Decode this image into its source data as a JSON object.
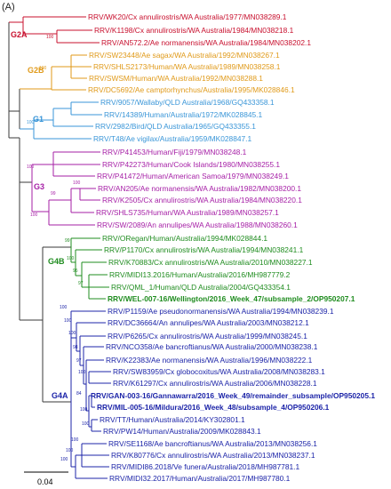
{
  "panel_label": "(A)",
  "scale_label": "0.04",
  "groups": [
    {
      "id": "G2A",
      "label": "G2A",
      "color": "#c8102e"
    },
    {
      "id": "G2B",
      "label": "G2B",
      "color": "#e09a1a"
    },
    {
      "id": "G1",
      "label": "G1",
      "color": "#3a96d8"
    },
    {
      "id": "G3",
      "label": "G3",
      "color": "#a61fa6"
    },
    {
      "id": "G4B",
      "label": "G4B",
      "color": "#1f8c1f"
    },
    {
      "id": "G4A",
      "label": "G4A",
      "color": "#1c24a8"
    }
  ],
  "leaves": [
    {
      "text": "RRV/WK20/Cx annulirostris/WA Australia/1977/MN038289.1",
      "group": "G2A",
      "bold": false
    },
    {
      "text": "RRV/K1198/Cx annulirostris/WA Australia/1984/MN038218.1",
      "group": "G2A",
      "bold": false
    },
    {
      "text": "RRV/AN572.2/Ae normanensis/WA Australia/1984/MN038202.1",
      "group": "G2A",
      "bold": false
    },
    {
      "text": "RRV/SW23448/Ae sagax/WA Australia/1992/MN038267.1",
      "group": "G2B",
      "bold": false
    },
    {
      "text": "RRV/SHLS2173/Human/WA Australia/1989/MN038258.1",
      "group": "G2B",
      "bold": false
    },
    {
      "text": "RRV/SWSM/Human/WA Australia/1992/MN038288.1",
      "group": "G2B",
      "bold": false
    },
    {
      "text": "RRV/DC5692/Ae camptorhynchus/Australia/1995/MK028846.1",
      "group": "G2B",
      "bold": false
    },
    {
      "text": "RRV/9057/Wallaby/QLD Australia/1968/GQ433358.1",
      "group": "G1",
      "bold": false
    },
    {
      "text": "RRV/14389/Human/Australia/1972/MK028845.1",
      "group": "G1",
      "bold": false
    },
    {
      "text": "RRV/2982/Bird/QLD Australia/1965/GQ433355.1",
      "group": "G1",
      "bold": false
    },
    {
      "text": "RRV/T48/Ae vigilax/Australia/1959/MK028847.1",
      "group": "G1",
      "bold": false
    },
    {
      "text": "RRV/P41453/Human/Fiji/1979/MN038248.1",
      "group": "G3",
      "bold": false
    },
    {
      "text": "RRV/P42273/Human/Cook Islands/1980/MN038255.1",
      "group": "G3",
      "bold": false
    },
    {
      "text": "RRV/P41472/Human/American Samoa/1979/MN038249.1",
      "group": "G3",
      "bold": false
    },
    {
      "text": "RRV/AN205/Ae normanensis/WA Australia/1982/MN038200.1",
      "group": "G3",
      "bold": false
    },
    {
      "text": "RRV/K2505/Cx annulirostris/WA Australia/1984/MN038220.1",
      "group": "G3",
      "bold": false
    },
    {
      "text": "RRV/SHLS735/Human/WA Australia/1989/MN038257.1",
      "group": "G3",
      "bold": false
    },
    {
      "text": "RRV/SW/2089/An annulipes/WA Australia/1988/MN038260.1",
      "group": "G3",
      "bold": false
    },
    {
      "text": "RRV/ORegan/Human/Australia/1994/MK028844.1",
      "group": "G4B",
      "bold": false
    },
    {
      "text": "RRV/P1170/Cx annulirostris/WA Australia/1994/MN038241.1",
      "group": "G4B",
      "bold": false
    },
    {
      "text": "RRV/K70883/Cx annulirostris/WA Australia/2010/MN038227.1",
      "group": "G4B",
      "bold": false
    },
    {
      "text": "RRV/MIDI13.2016/Human/Australia/2016/MH987779.2",
      "group": "G4B",
      "bold": false
    },
    {
      "text": "RRV/QML_1/Human/QLD Australia/2004/GQ433354.1",
      "group": "G4B",
      "bold": false
    },
    {
      "text": "RRV/WEL-007-16/Wellington/2016_Week_47/subsample_2/OP950207.1",
      "group": "G4B",
      "bold": true
    },
    {
      "text": "RRV/P1159/Ae pseudonormanensis/WA Australia/1994/MN038239.1",
      "group": "G4A",
      "bold": false
    },
    {
      "text": "RRV/DC36664/An annulipes/WA Australia/2003/MN038212.1",
      "group": "G4A",
      "bold": false
    },
    {
      "text": "RRV/P6265/Cx annulirostris/WA Australia/1999/MN038245.1",
      "group": "G4A",
      "bold": false
    },
    {
      "text": "RRV/NCO358/Ae bancroftianus/WA Australia/2000/MN038238.1",
      "group": "G4A",
      "bold": false
    },
    {
      "text": "RRV/K22383/Ae normanensis/WA Australia/1996/MN038222.1",
      "group": "G4A",
      "bold": false
    },
    {
      "text": "RRV/SW83959/Cx globocoxitus/WA Australia/2008/MN038283.1",
      "group": "G4A",
      "bold": false
    },
    {
      "text": "RRV/K61297/Cx annulirostris/WA Australia/2006/MN038228.1",
      "group": "G4A",
      "bold": false
    },
    {
      "text": "RRV/GAN-003-16/Gannawarra/2016_Week_49/remainder_subsample/OP950205.1",
      "group": "G4A",
      "bold": true
    },
    {
      "text": "RRV/MIL-005-16/Mildura/2016_Week_48/subsample_4/OP950206.1",
      "group": "G4A",
      "bold": true
    },
    {
      "text": "RRV/TT/Human/Australia/2014/KY302801.1",
      "group": "G4A",
      "bold": false
    },
    {
      "text": "RRV/PW14/Human/Australia/2009/MK028843.1",
      "group": "G4A",
      "bold": false
    },
    {
      "text": "RRV/SE1168/Ae bancroftianus/WA Australia/2013/MN038256.1",
      "group": "G4A",
      "bold": false
    },
    {
      "text": "RRV/K80776/Cx annulirostris/WA Australia/2013/MN038237.1",
      "group": "G4A",
      "bold": false
    },
    {
      "text": "RRV/MIDI86.2018/Ve funera/Australia/2018/MH987781.1",
      "group": "G4A",
      "bold": false
    },
    {
      "text": "RRV/MIDI32.2017/Human/Australia/2017/MH987780.1",
      "group": "G4A",
      "bold": false
    }
  ],
  "bootstrap": [
    {
      "value": "100",
      "group": "G2A"
    },
    {
      "value": "100",
      "group": "G2B"
    },
    {
      "value": "100",
      "group": "G1"
    },
    {
      "value": "100",
      "group": "G3"
    },
    {
      "value": "99",
      "group": "G3"
    },
    {
      "value": "100",
      "group": "G3"
    },
    {
      "value": "100",
      "group": "G3"
    },
    {
      "value": "99",
      "group": "G4B"
    },
    {
      "value": "100",
      "group": "G4B"
    },
    {
      "value": "95",
      "group": "G4B"
    },
    {
      "value": "97",
      "group": "G4B"
    },
    {
      "value": "100",
      "group": "G4A"
    },
    {
      "value": "100",
      "group": "G4A"
    },
    {
      "value": "100",
      "group": "G4A"
    },
    {
      "value": "98",
      "group": "G4A"
    },
    {
      "value": "97",
      "group": "G4A"
    },
    {
      "value": "100",
      "group": "G4A"
    },
    {
      "value": "84",
      "group": "G4A"
    },
    {
      "value": "100",
      "group": "G4A"
    },
    {
      "value": "100",
      "group": "G4A"
    },
    {
      "value": "100",
      "group": "G4A"
    },
    {
      "value": "100",
      "group": "G4A"
    },
    {
      "value": "100",
      "group": "G4A"
    }
  ]
}
